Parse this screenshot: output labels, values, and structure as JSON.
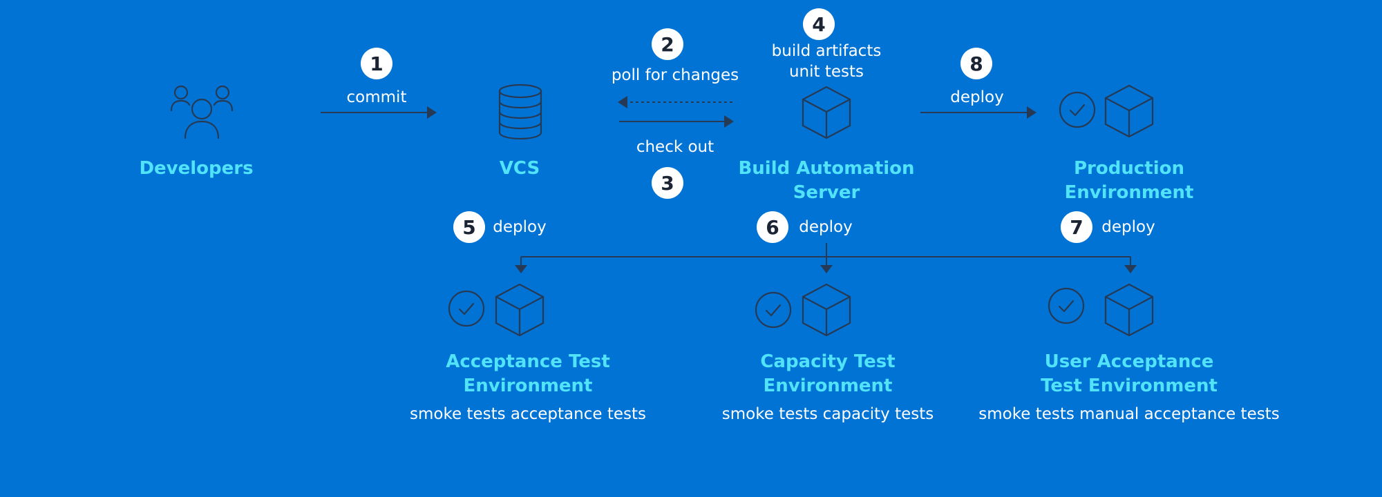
{
  "nodes": {
    "developers": {
      "title": "Developers",
      "icon": "people-icon"
    },
    "vcs": {
      "title": "VCS",
      "icon": "database-icon"
    },
    "build": {
      "title_line1": "Build Automation",
      "title_line2": "Server",
      "note_line1": "build artifacts",
      "note_line2": "unit tests",
      "icon": "cube-icon"
    },
    "production": {
      "title_line1": "Production",
      "title_line2": "Environment",
      "icon": "check-cube-icon"
    },
    "acceptance": {
      "title_line1": "Acceptance Test",
      "title_line2": "Environment",
      "tests": "smoke tests acceptance tests",
      "icon": "check-cube-icon"
    },
    "capacity": {
      "title_line1": "Capacity Test",
      "title_line2": "Environment",
      "tests": "smoke tests capacity tests",
      "icon": "check-cube-icon"
    },
    "uat": {
      "title_line1": "User Acceptance",
      "title_line2": "Test Environment",
      "tests": "smoke tests manual acceptance tests",
      "icon": "check-cube-icon"
    }
  },
  "steps": [
    {
      "number": "1",
      "label": "commit"
    },
    {
      "number": "2",
      "label": "poll for changes"
    },
    {
      "number": "3",
      "label": "check out"
    },
    {
      "number": "4",
      "label": ""
    },
    {
      "number": "5",
      "label": "deploy"
    },
    {
      "number": "6",
      "label": "deploy"
    },
    {
      "number": "7",
      "label": "deploy"
    },
    {
      "number": "8",
      "label": "deploy"
    }
  ],
  "colors": {
    "background": "#0173D4",
    "title": "#50E3F9",
    "text": "#FFFFFF",
    "stroke": "#263A55",
    "badge": "#FFFFFF"
  }
}
